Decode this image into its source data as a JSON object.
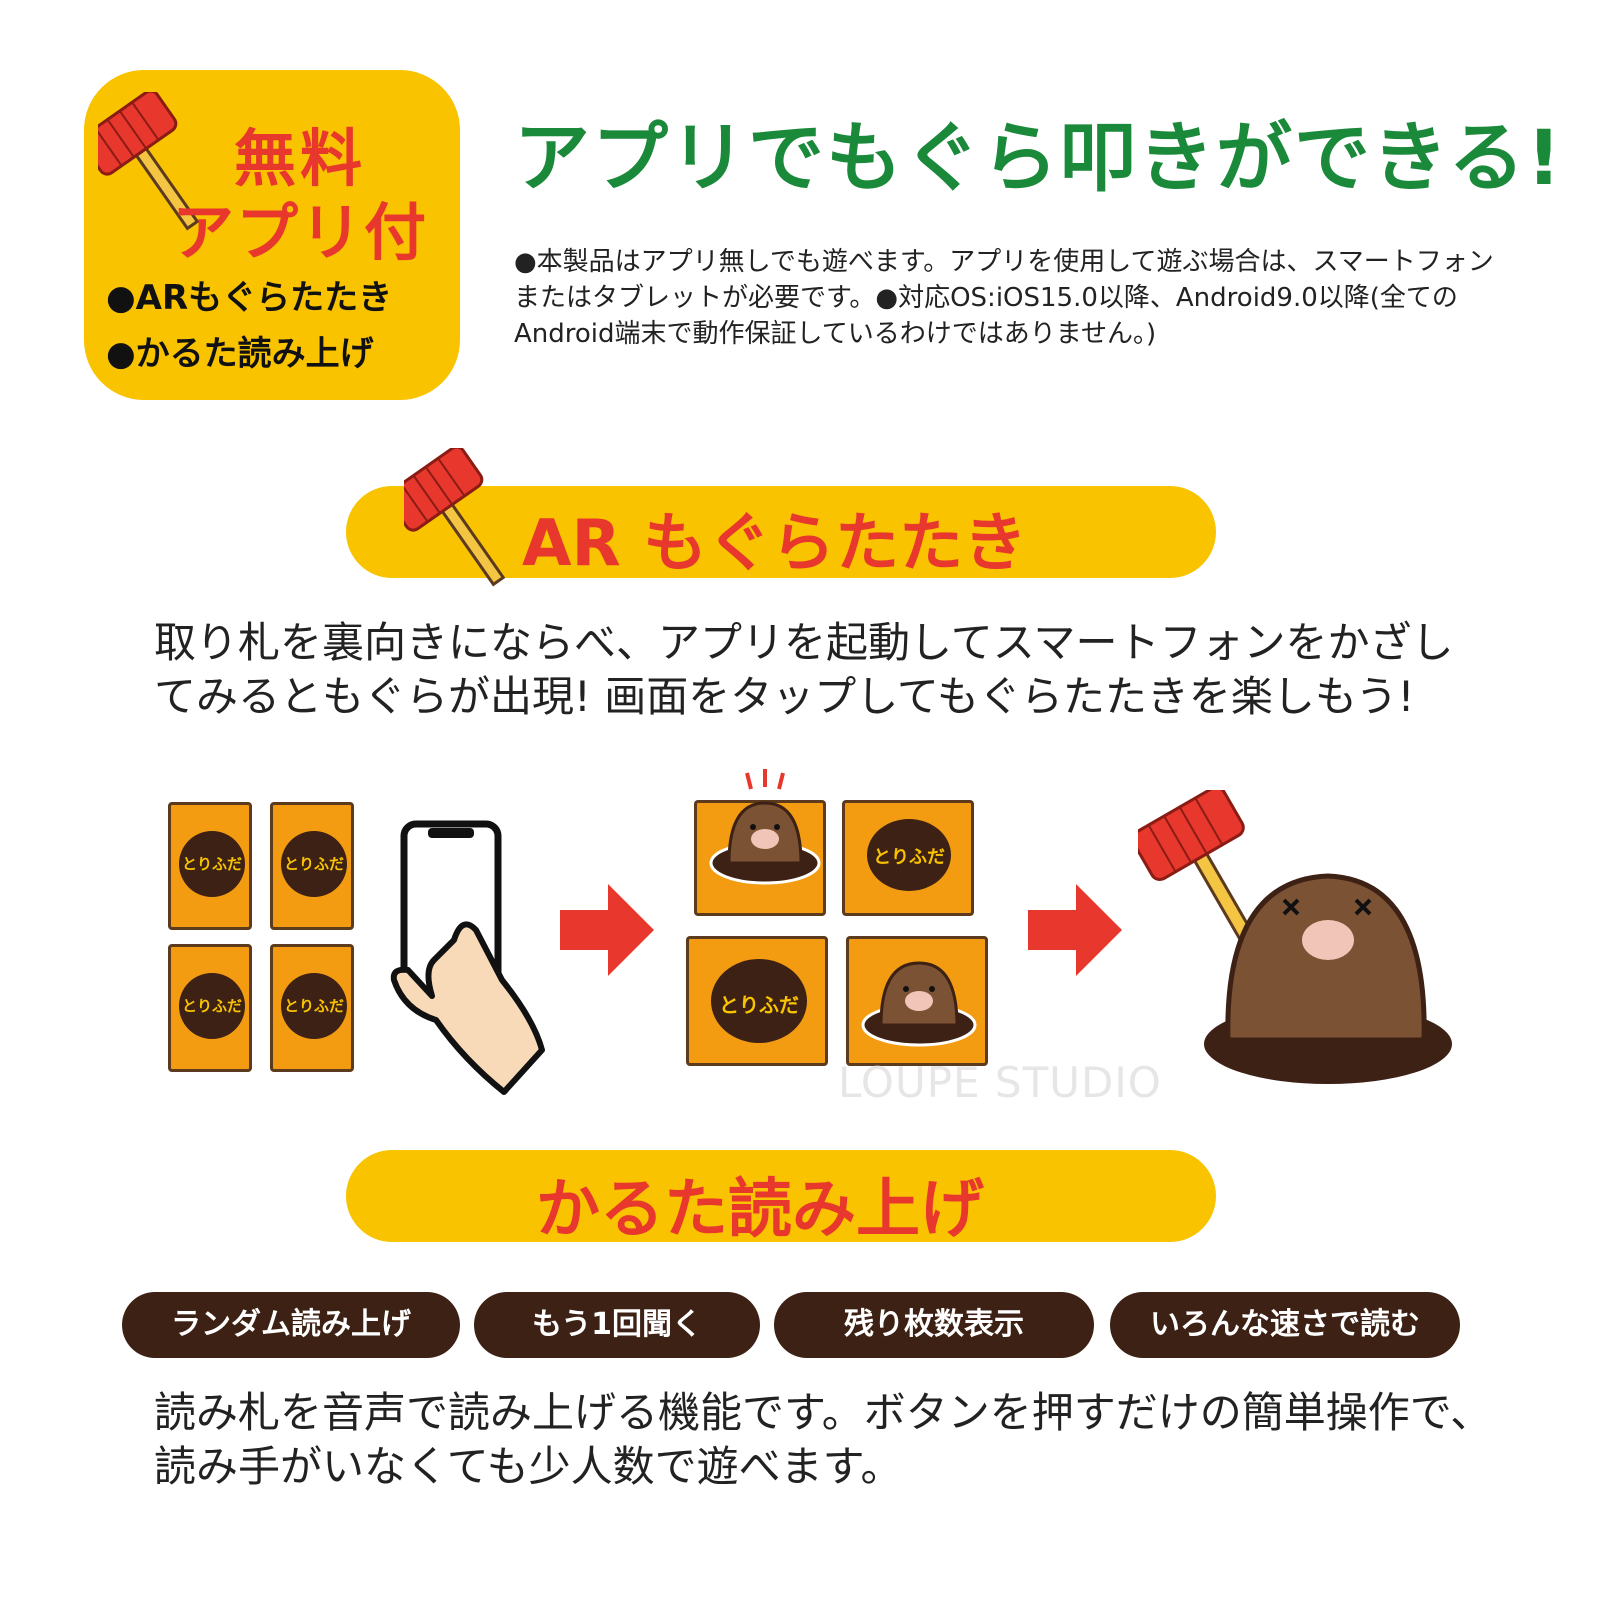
{
  "badge": {
    "line1": "無料",
    "line2": "アプリ付",
    "items": [
      "●ARもぐらたたき",
      "●かるた読み上げ"
    ]
  },
  "headline": "アプリでもぐら叩きができる!",
  "notes": "●本製品はアプリ無しでも遊べます。アプリを使用して遊ぶ場合は、スマートフォンまたはタブレットが必要です。●対応OS:iOS15.0以降、Android9.0以降(全てのAndroid端末で動作保証しているわけではありません。)",
  "sections": {
    "ar": {
      "title": "AR もぐらたたき",
      "description": "取り札を裏向きにならべ、アプリを起動してスマートフォンをかざしてみるともぐらが出現! 画面をタップしてもぐらたたきを楽しもう!"
    },
    "karuta": {
      "title": "かるた読み上げ",
      "features": [
        "ランダム読み上げ",
        "もう1回聞く",
        "残り枚数表示",
        "いろんな速さで読む"
      ],
      "description": "読み札を音声で読み上げる機能です。ボタンを押すだけの簡単操作で、読み手がいなくても少人数で遊べます。"
    }
  },
  "card_label": "とりふだ",
  "watermark": "LOUPE STUDIO",
  "colors": {
    "yellow": "#f9c300",
    "red": "#e8372c",
    "green": "#1a8a3a",
    "brown": "#3c2114",
    "orange": "#f39c12"
  }
}
